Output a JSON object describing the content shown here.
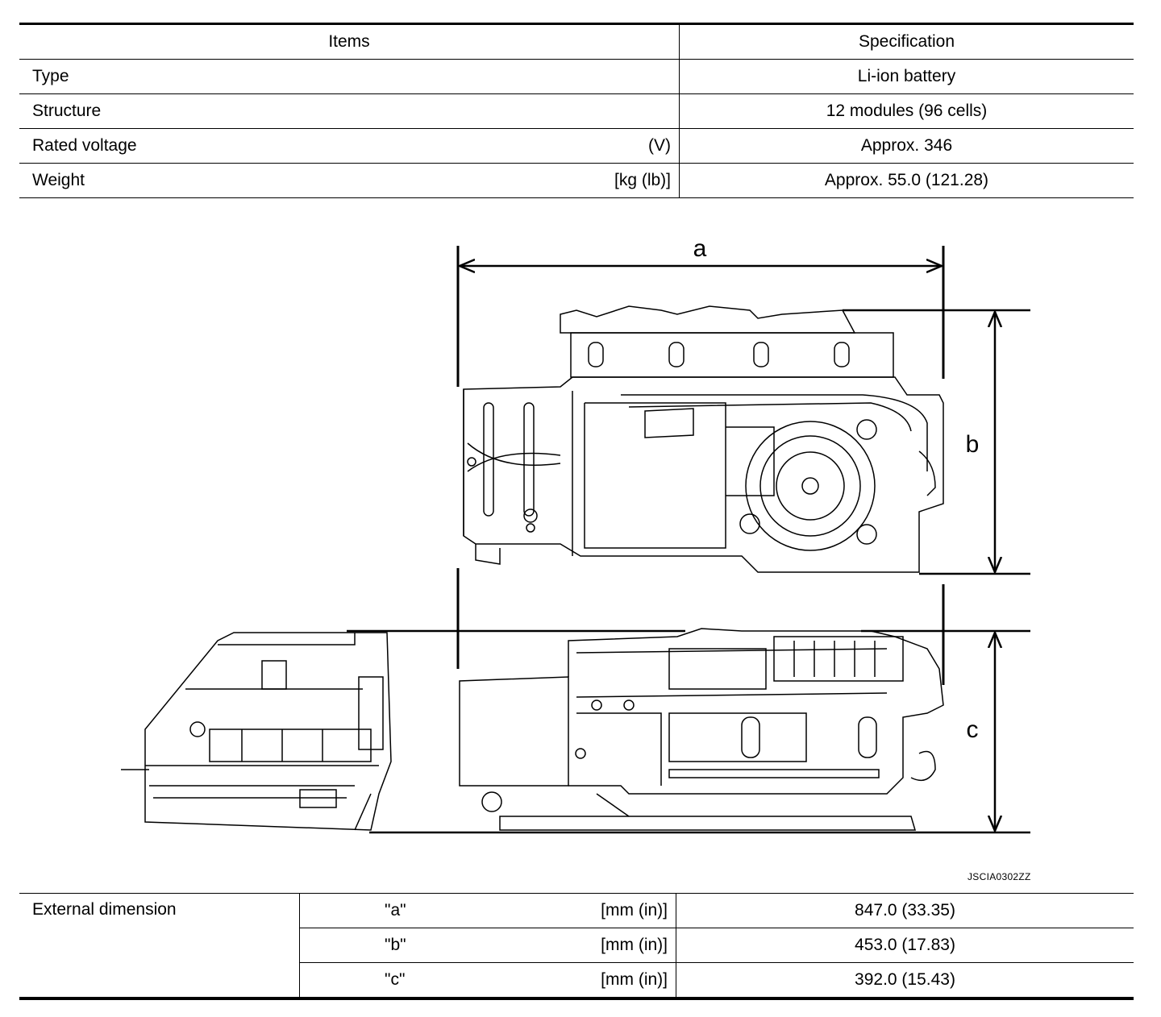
{
  "spec_table": {
    "header": {
      "items": "Items",
      "specification": "Specification"
    },
    "rows": [
      {
        "item": "Type",
        "unit": "",
        "value": "Li-ion battery"
      },
      {
        "item": "Structure",
        "unit": "",
        "value": "12 modules (96 cells)"
      },
      {
        "item": "Rated voltage",
        "unit": "(V)",
        "value": "Approx. 346"
      },
      {
        "item": "Weight",
        "unit": "[kg (lb)]",
        "value": "Approx. 55.0 (121.28)"
      }
    ]
  },
  "figure": {
    "labels": {
      "a": "a",
      "b": "b",
      "c": "c"
    },
    "code": "JSCIA0302ZZ"
  },
  "dimension_table": {
    "label": "External dimension",
    "rows": [
      {
        "key": "\"a\"",
        "unit": "[mm (in)]",
        "value": "847.0 (33.35)"
      },
      {
        "key": "\"b\"",
        "unit": "[mm (in)]",
        "value": "453.0 (17.83)"
      },
      {
        "key": "\"c\"",
        "unit": "[mm (in)]",
        "value": "392.0 (15.43)"
      }
    ]
  }
}
